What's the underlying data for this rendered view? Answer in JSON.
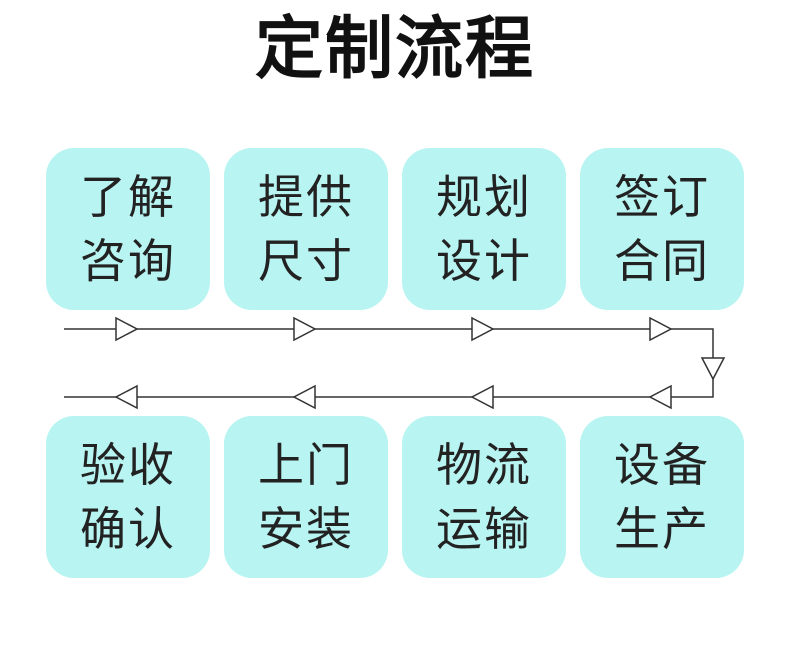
{
  "title": "定制流程",
  "colors": {
    "box_fill": "#b8f4f2",
    "line": "#333333",
    "text": "#222222"
  },
  "steps": [
    {
      "line1": "了解",
      "line2": "咨询"
    },
    {
      "line1": "提供",
      "line2": "尺寸"
    },
    {
      "line1": "规划",
      "line2": "设计"
    },
    {
      "line1": "签订",
      "line2": "合同"
    },
    {
      "line1": "设备",
      "line2": "生产"
    },
    {
      "line1": "物流",
      "line2": "运输"
    },
    {
      "line1": "上门",
      "line2": "安装"
    },
    {
      "line1": "验收",
      "line2": "确认"
    }
  ]
}
